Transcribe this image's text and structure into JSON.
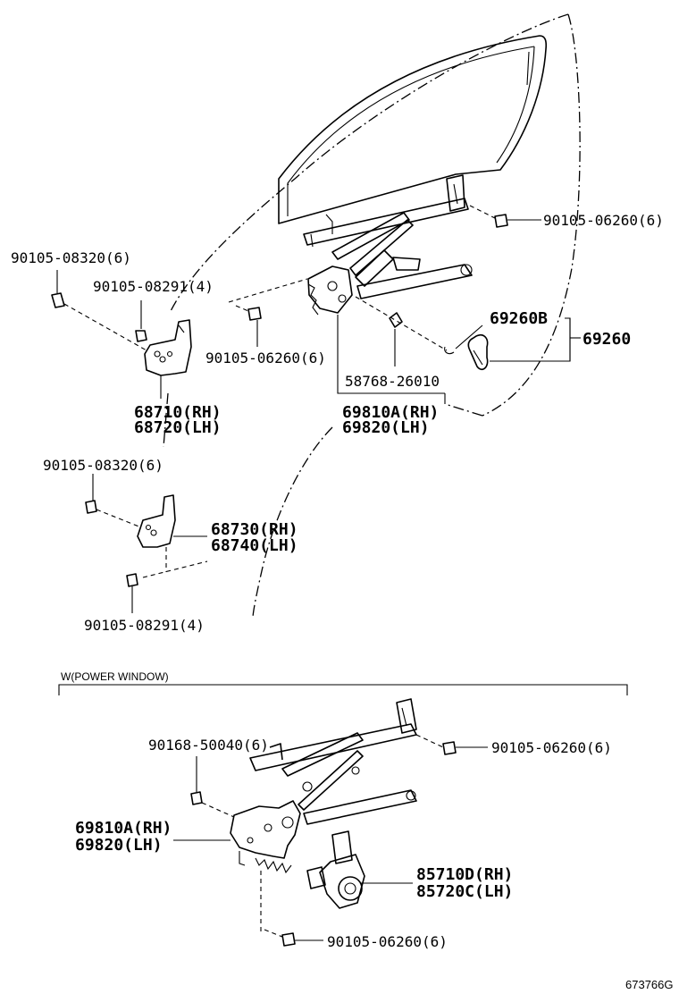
{
  "labels": {
    "screw_upper_right": "90105-06260(6)",
    "bolt_upper_left": "90105-08320(6)",
    "bolt_upper_left_2": "90105-08291(4)",
    "screw_mid": "90105-06260(6)",
    "handle_sub": "69260B",
    "handle": "69260",
    "ring": "58768-26010",
    "upper_hinge_rh": "68710(RH)",
    "upper_hinge_lh": "68720(LH)",
    "regulator_rh": "69810A(RH)",
    "regulator_lh": "69820(LH)",
    "bolt_lower_left": "90105-08320(6)",
    "lower_hinge_rh": "68730(RH)",
    "lower_hinge_lh": "68740(LH)",
    "bolt_lower_left_2": "90105-08291(4)",
    "pw_section": "W(POWER WINDOW)",
    "pw_screw": "90168-50040(6)",
    "pw_screw_right": "90105-06260(6)",
    "pw_regulator_rh": "69810A(RH)",
    "pw_regulator_lh": "69820(LH)",
    "pw_motor_rh": "85710D(RH)",
    "pw_motor_lh": "85720C(LH)",
    "pw_screw_bottom": "90105-06260(6)",
    "diagram_id": "673766G"
  }
}
